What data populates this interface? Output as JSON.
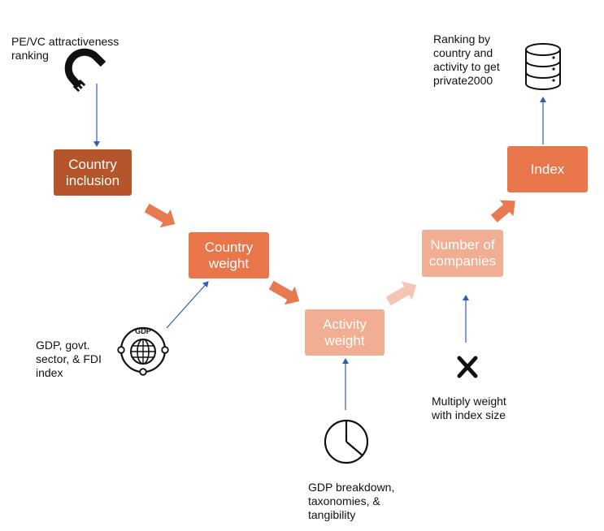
{
  "colors": {
    "dark_orange": "#B5552B",
    "orange": "#E8764A",
    "light_orange": "#F2AE92",
    "arrow_medium": "#E87A52",
    "arrow_light": "#F6C4B3",
    "blue_line": "#2F5FB5"
  },
  "boxes": {
    "country_inclusion": "Country\ninclusion",
    "country_weight": "Country\nweight",
    "activity_weight": "Activity\nweight",
    "number_of_companies": "Number of\ncompanies",
    "index": "Index"
  },
  "labels": {
    "pe_vc": "PE/VC attractiveness\nranking",
    "gdp_index": "GDP, govt.\nsector, & FDI\nindex",
    "gdp_breakdown": "GDP breakdown,\ntaxonomies, &\ntangibility",
    "multiply": "Multiply weight\nwith index size",
    "ranking": "Ranking by\ncountry and\nactivity to get\nprivate2000"
  },
  "icons": {
    "magnet": "magnet-icon",
    "globe": "gdp-globe-icon",
    "pie": "pie-chart-icon",
    "multiply": "multiply-icon",
    "database": "database-icon",
    "globe_text": "GDP"
  }
}
